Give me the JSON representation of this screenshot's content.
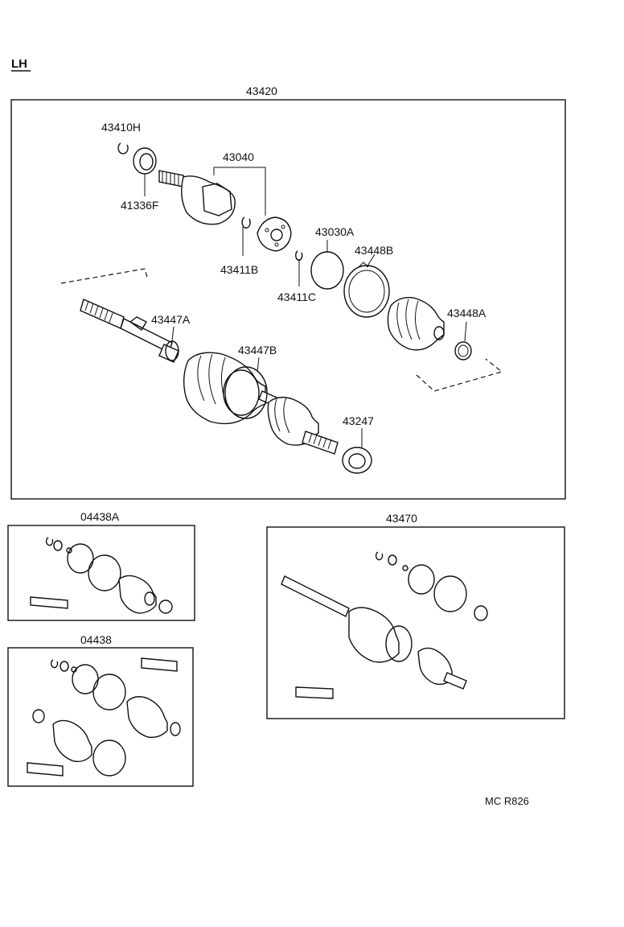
{
  "side_label": "LH",
  "figure_code": "MC R826",
  "groups": {
    "main": "43420",
    "kit_a": "04438A",
    "kit_b": "04438",
    "assembly": "43470"
  },
  "parts": {
    "p43410H": "43410H",
    "p41336F": "41336F",
    "p43040": "43040",
    "p43411B": "43411B",
    "p43411C": "43411C",
    "p43030A": "43030A",
    "p43448B": "43448B",
    "p43448A": "43448A",
    "p43447A": "43447A",
    "p43447B": "43447B",
    "p43247": "43247"
  }
}
